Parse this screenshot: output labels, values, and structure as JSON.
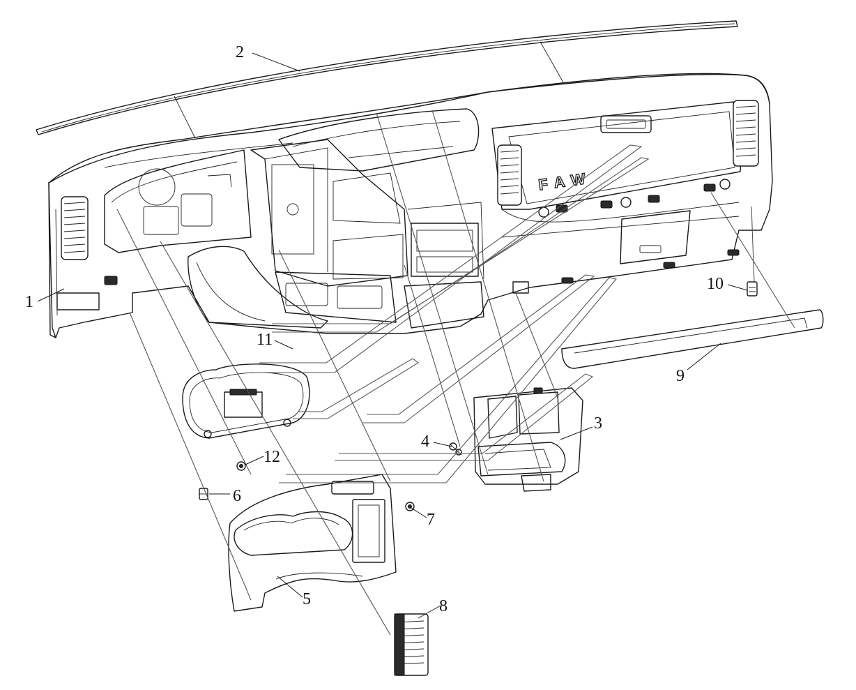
{
  "diagram": {
    "brand_mark": "FAW",
    "callouts": [
      {
        "id": "c1",
        "label": "1"
      },
      {
        "id": "c2",
        "label": "2"
      },
      {
        "id": "c3",
        "label": "3"
      },
      {
        "id": "c4",
        "label": "4"
      },
      {
        "id": "c5",
        "label": "5"
      },
      {
        "id": "c6",
        "label": "6"
      },
      {
        "id": "c7",
        "label": "7"
      },
      {
        "id": "c8",
        "label": "8"
      },
      {
        "id": "c9",
        "label": "9"
      },
      {
        "id": "c10",
        "label": "10"
      },
      {
        "id": "c11",
        "label": "11"
      },
      {
        "id": "c12",
        "label": "12"
      }
    ]
  }
}
